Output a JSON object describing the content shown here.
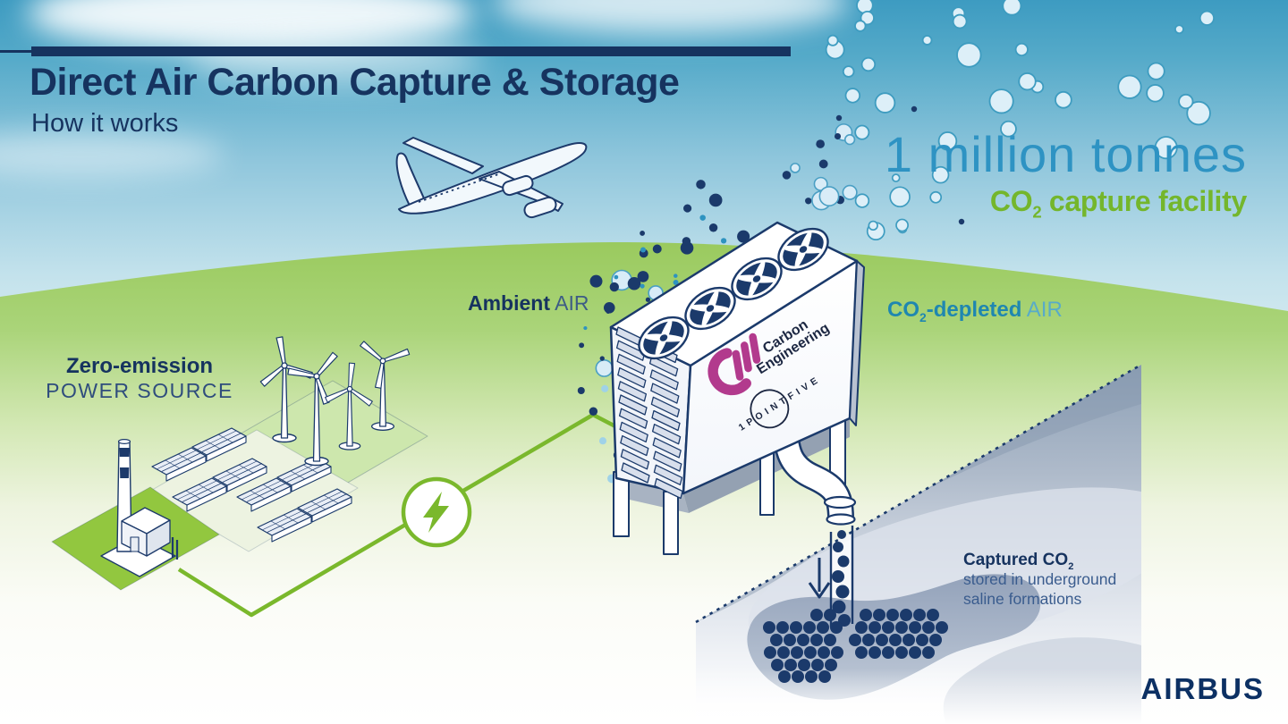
{
  "header": {
    "title": "Direct Air Carbon Capture & Storage",
    "subtitle": "How it works"
  },
  "stat": {
    "value": "1 million tonnes",
    "co": "CO",
    "sub": "2",
    "rest": " capture facility"
  },
  "labels": {
    "ambient_bold": "Ambient",
    "ambient_light": " AIR",
    "depleted_co": "CO",
    "depleted_sub": "2",
    "depleted_bold_rest": "-depleted",
    "depleted_light": " AIR",
    "power_line1": "Zero-emission",
    "power_line2": "POWER SOURCE",
    "captured_bold": "Captured CO",
    "captured_sub": "2",
    "captured_line2": "stored in underground",
    "captured_line3": "saline formations"
  },
  "facility_logos": {
    "carbon_line1": "Carbon",
    "carbon_line2": "Engineering",
    "onepointfive": "1POINTFIVE"
  },
  "brand": "AIRBUS",
  "icons": {
    "lightning": "lightning-bolt-icon",
    "fan": "cooling-fan-icon",
    "wind_turbine": "wind-turbine-icon",
    "solar_panel": "solar-panel-icon",
    "airplane": "airplane-icon",
    "down_arrow": "down-arrow-icon",
    "bubble": "co2-depleted-air-bubble",
    "dot": "co2-molecule-dot"
  },
  "colors": {
    "navy": "#16335f",
    "teal": "#2E93C3",
    "teal_dark": "#1F87B0",
    "green": "#74B62C",
    "green_line": "#7AB82C",
    "magenta": "#B23A8D",
    "sky_top": "#3D9BC1",
    "hill": "#9ACA5E",
    "underground": "#9FAEC3",
    "logo_dark": "#1C2742"
  }
}
